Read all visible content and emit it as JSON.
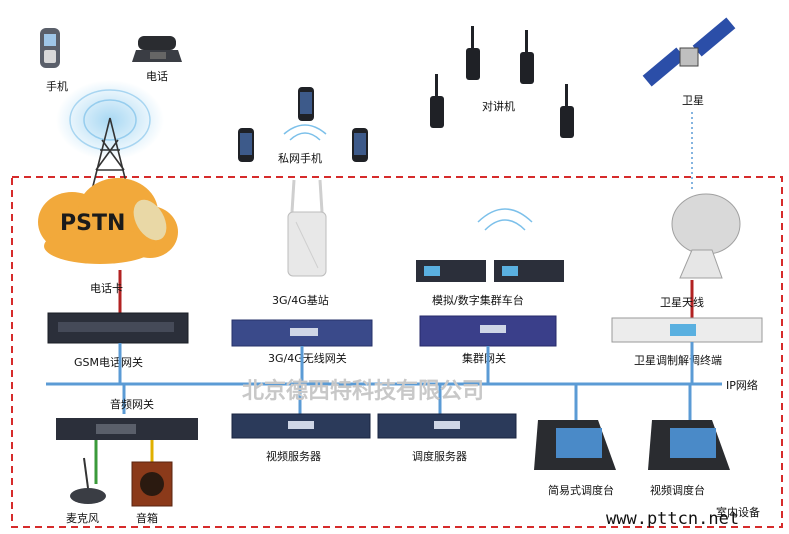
{
  "colors": {
    "frame": "#d62b2b",
    "bus": "#5b9bd5",
    "device_dark": "#2b2f3a",
    "device_blue": "#3a4a8a",
    "green_link": "#3a9a3a",
    "yellow_link": "#e0b000",
    "cloud": "#f2a93b"
  },
  "labels": {
    "mobile": "手机",
    "phone": "电话",
    "private_phone": "私网手机",
    "walkie": "对讲机",
    "satellite": "卫星",
    "pstn": "PSTN",
    "phone_card": "电话卡",
    "gsm_gateway": "GSM电话网关",
    "base_station": "3G/4G基站",
    "wireless_gateway": "3G/4G无线网关",
    "trunk_radio": "模拟/数字集群车台",
    "trunk_gateway": "集群网关",
    "sat_antenna": "卫星天线",
    "sat_modem": "卫星调制解调终端",
    "ip_network": "IP网络",
    "audio_gateway": "音频网关",
    "video_server": "视频服务器",
    "dispatch_server": "调度服务器",
    "simple_console": "简易式调度台",
    "video_console": "视频调度台",
    "microphone": "麦克风",
    "speaker": "音箱",
    "indoor_equipment": "室内设备",
    "watermark": "北京德西特科技有限公司",
    "url": "www.pttcn.net"
  }
}
